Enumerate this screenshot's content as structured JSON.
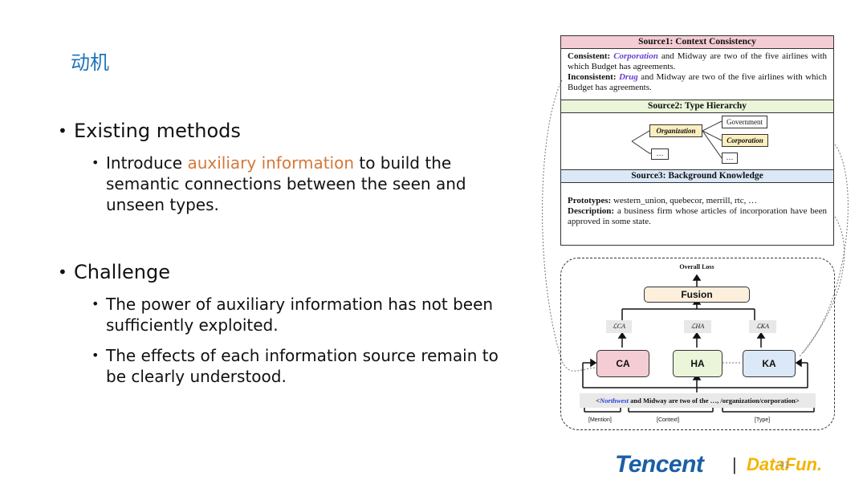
{
  "title": "动机",
  "bullets": {
    "item1": "Existing methods",
    "item1_sub1_pre": "Introduce ",
    "item1_sub1_hl": "auxiliary information",
    "item1_sub1_post": " to build the semantic connections between the seen and unseen types.",
    "item2": "Challenge",
    "item2_sub1": "The power of auxiliary information has not been sufficiently exploited.",
    "item2_sub2": "The effects of each information source remain to be clearly understood."
  },
  "figure": {
    "source1": {
      "header": "Source1: Context Consistency",
      "consistent_label": "Consistent:",
      "consistent_word": "Corporation",
      "consistent_text": " and Midway are two of the five airlines with which Budget has agreements.",
      "inconsistent_label": "Inconsistent:",
      "inconsistent_word": "Drug",
      "inconsistent_text": " and Midway are two of the five airlines with which Budget has agreements."
    },
    "source2": {
      "header": "Source2: Type Hierarchy",
      "org": "Organization",
      "gov": "Government",
      "corp": "Corporation",
      "ellipsis1": "…",
      "ellipsis2": "…"
    },
    "source3": {
      "header": "Source3: Background Knowledge",
      "proto_label": "Prototypes:",
      "proto_text": " western_union, quebecor, merrill, rtc, …",
      "desc_label": "Description:",
      "desc_text": " a business firm whose articles of incorporation have been approved in some state."
    },
    "model": {
      "overall_loss": "Overall Loss",
      "fusion": "Fusion",
      "loss_ca": "ℒCA",
      "loss_ha": "ℒHA",
      "loss_ka": "ℒKA",
      "ca": "CA",
      "ha": "HA",
      "ka": "KA",
      "input_open": "<",
      "input_mention": "Northwest",
      "input_rest": " and Midway are two of the …,    /organization/corporation>",
      "tag_mention": "[Mention]",
      "tag_context": "[Context]",
      "tag_type": "[Type]"
    }
  },
  "footer": {
    "tencent": "Tencent",
    "sep": "|",
    "datafun": "DataFun.",
    "page": "41"
  },
  "colors": {
    "title": "#1f74b8",
    "highlight": "#d4783a",
    "ca_fill": "#f4ccd4",
    "ha_fill": "#eaf5d9",
    "ka_fill": "#dbe8f7",
    "fusion_fill": "#fcefdc",
    "tencent": "#1a5fa6",
    "datafun": "#f4b400"
  }
}
